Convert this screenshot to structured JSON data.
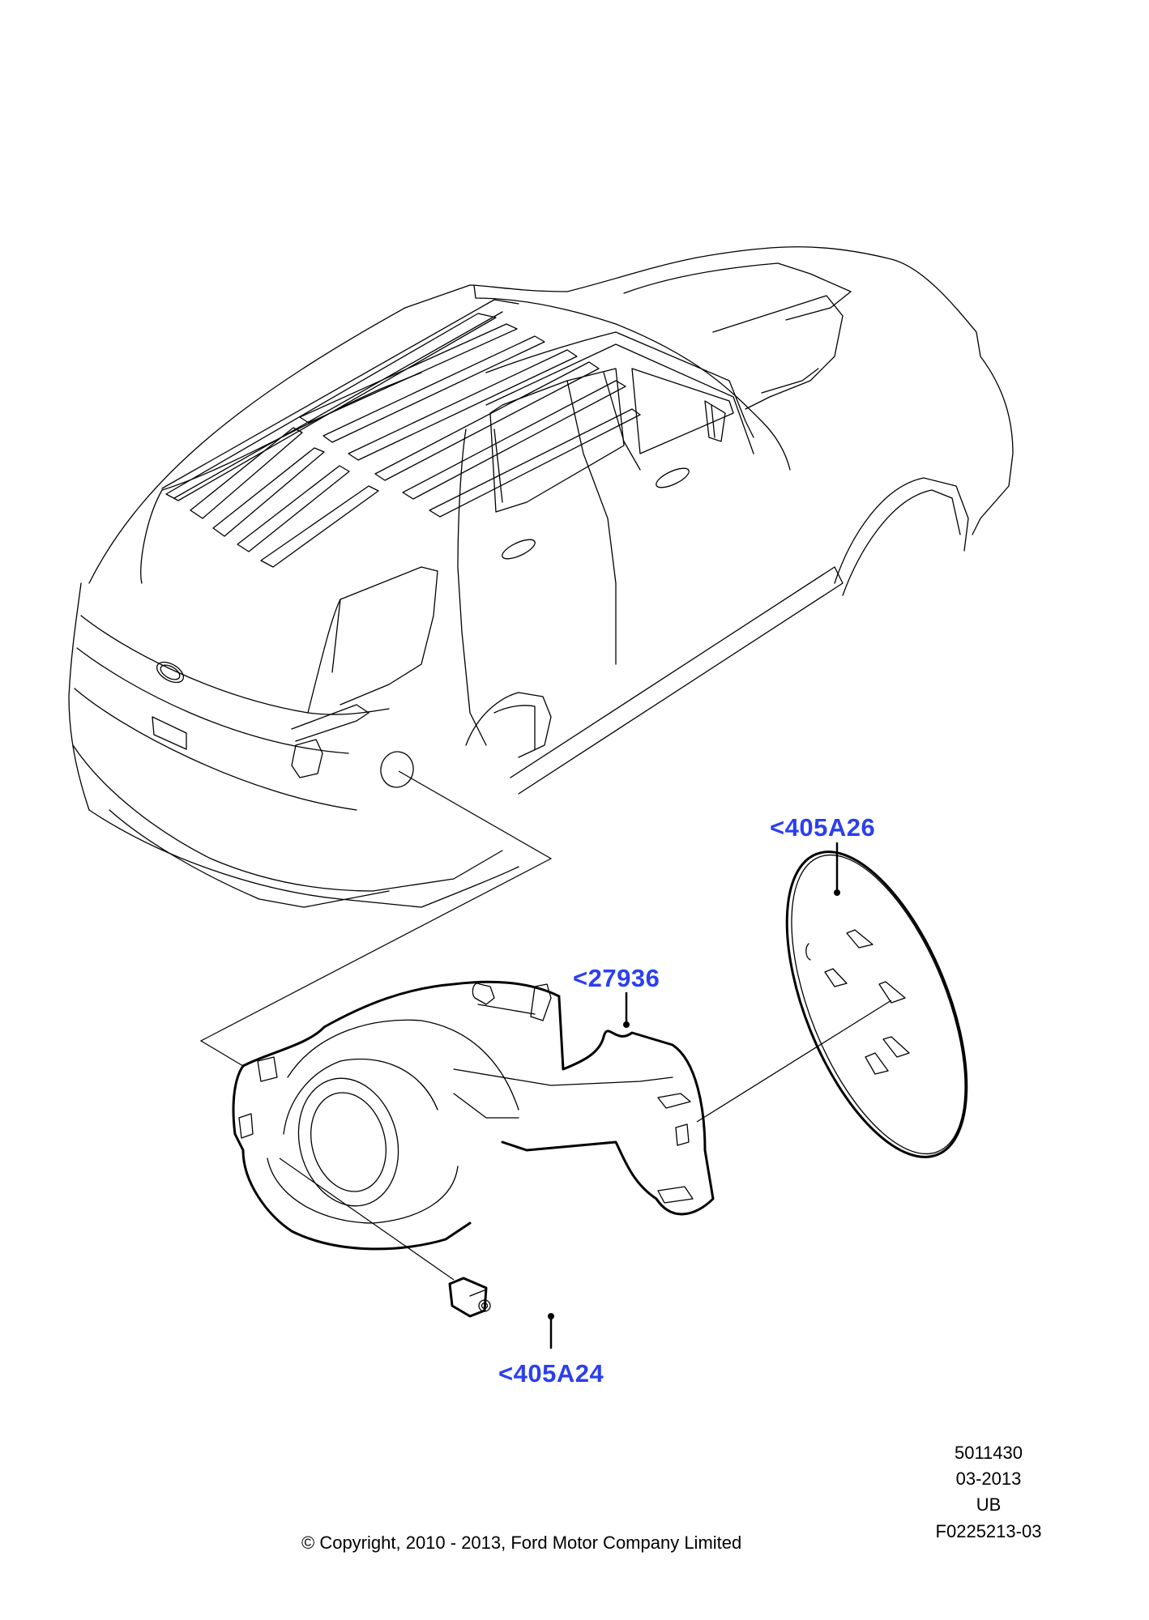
{
  "diagram": {
    "subject": "Fuel filler door assembly - exploded view",
    "callouts": [
      {
        "id": "405A26",
        "label": "<405A26"
      },
      {
        "id": "27936",
        "label": "<27936"
      },
      {
        "id": "405A24",
        "label": "<405A24"
      }
    ],
    "accent_color": "#2b3ff0",
    "line_color": "#000000"
  },
  "metadata": {
    "illustration_number": "5011430",
    "date": "03-2013",
    "code": "UB",
    "figure_id": "F0225213-03"
  },
  "footer": {
    "copyright": "© Copyright, 2010 - 2013, Ford Motor Company Limited"
  }
}
